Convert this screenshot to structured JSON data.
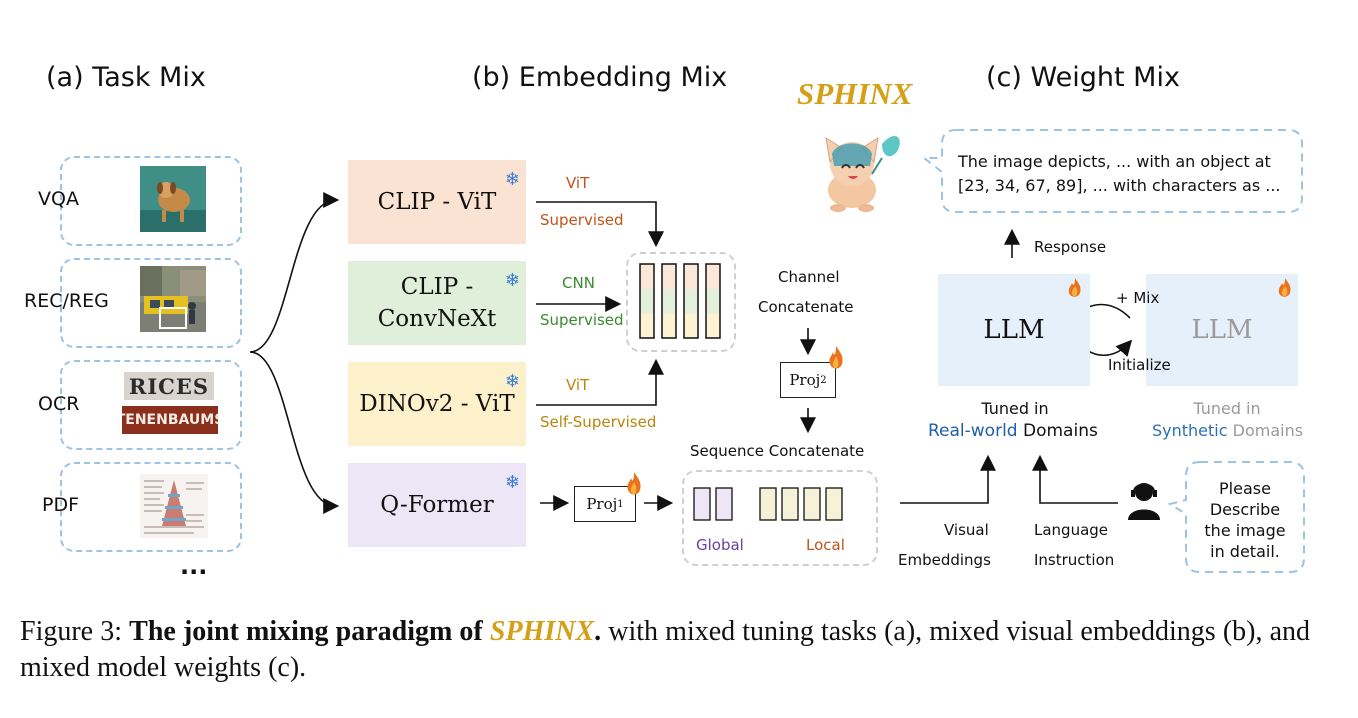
{
  "sections": {
    "task_mix": "(a) Task Mix",
    "embedding_mix": "(b) Embedding Mix",
    "weight_mix": "(c) Weight Mix"
  },
  "brand": "SPHINX",
  "tasks": [
    "VQA",
    "REC/REG",
    "OCR",
    "PDF"
  ],
  "tasks_more": "...",
  "ocr_text": [
    "RICES",
    "TENENBAUMS"
  ],
  "encoders": [
    {
      "name": "CLIP - ViT",
      "tag_top": "ViT",
      "tag_bottom": "Supervised",
      "color": "#fbe3d3",
      "tag_color": "#c0541a"
    },
    {
      "name": "CLIP -\nConvNeXt",
      "tag_top": "CNN",
      "tag_bottom": "Supervised",
      "color": "#dfefd9",
      "tag_color": "#3a8a2e"
    },
    {
      "name": "DINOv2 - ViT",
      "tag_top": "ViT",
      "tag_bottom": "Self-Supervised",
      "color": "#fdf1cc",
      "tag_color": "#b8860b"
    },
    {
      "name": "Q-Former",
      "tag_top": "",
      "tag_bottom": "",
      "color": "#ece6f7",
      "tag_color": "#6b3fa0"
    }
  ],
  "channel_concat": [
    "Channel",
    "Concatenate"
  ],
  "proj2": "Proj",
  "proj2_sub": "2",
  "proj1": "Proj",
  "proj1_sub": "1",
  "sequence_concat": "Sequence Concatenate",
  "global_label": "Global",
  "local_label": "Local",
  "response_text": [
    "The image depicts, ... with an object at",
    "[23, 34, 67, 89], ... with characters as ..."
  ],
  "response_label": "Response",
  "llm_label": "LLM",
  "mix_label": "+ Mix",
  "initialize_label": "Initialize",
  "tuned_left": {
    "line1": "Tuned in",
    "highlight": "Real-world",
    "rest": " Domains"
  },
  "tuned_right": {
    "line1": "Tuned in",
    "highlight": "Synthetic",
    "rest": " Domains"
  },
  "visual_embeddings": [
    "Visual",
    "Embeddings"
  ],
  "language_instruction": [
    "Language",
    "Instruction"
  ],
  "user_prompt": [
    "Please",
    "Describe",
    "the image",
    "in detail."
  ],
  "caption": {
    "prefix": "Figure 3: ",
    "bold": "The joint mixing paradigm of ",
    "brand": "SPHINX",
    "bold_end": ".",
    "rest": " with mixed tuning tasks (a), mixed visual embeddings (b), and mixed model weights (c)."
  },
  "colors": {
    "dash_blue": "#9cc3df",
    "brand_gold": "#d4a017",
    "real_world_blue": "#1f5fa8",
    "synthetic_blue": "#2e6fb3",
    "fire": "#e8731a"
  }
}
